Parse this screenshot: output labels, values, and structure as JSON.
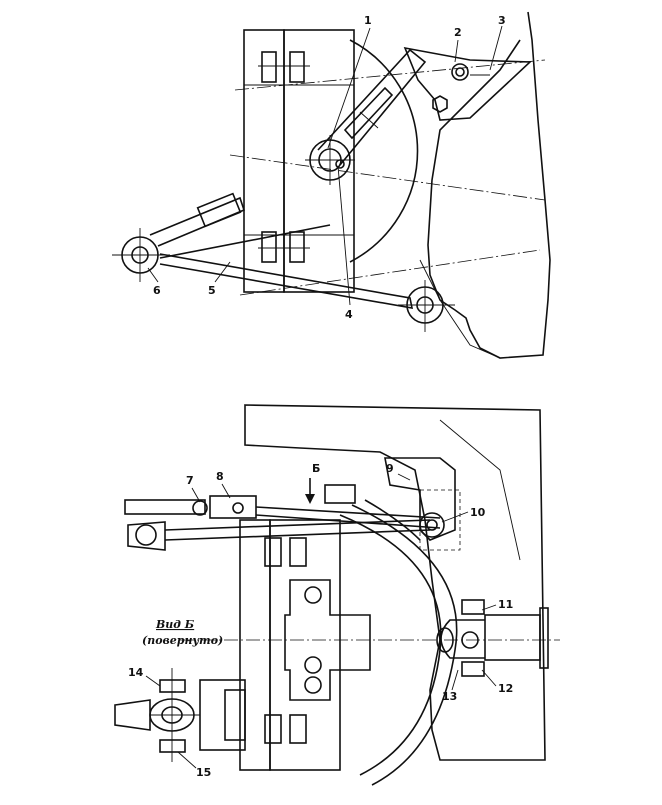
{
  "labels": {
    "l1": "1",
    "l2": "2",
    "l3": "3",
    "l4": "4",
    "l5": "5",
    "l6": "6",
    "l7": "7",
    "l8": "8",
    "l9": "9",
    "l10": "10",
    "l11": "11",
    "l12": "12",
    "l13": "13",
    "l14": "14",
    "l15": "15",
    "b_arrow": "Б"
  },
  "view_b": {
    "title": "Вид Б",
    "subtitle": "(повернуто)"
  }
}
